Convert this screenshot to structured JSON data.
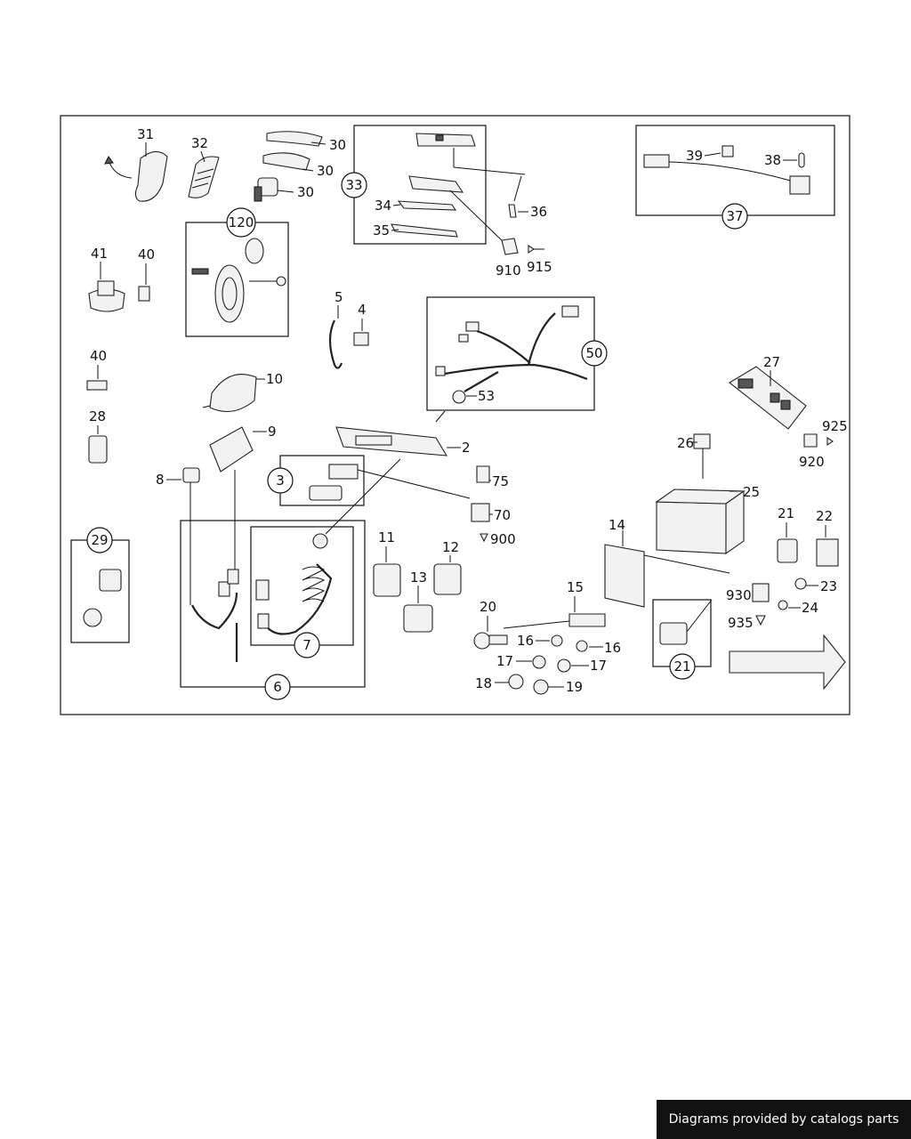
{
  "callouts": {
    "c31": "31",
    "c32": "32",
    "c30a": "30",
    "c30b": "30",
    "c30c": "30",
    "c33": "33",
    "c34": "34",
    "c35": "35",
    "c36": "36",
    "c910": "910",
    "c915": "915",
    "c37": "37",
    "c38": "38",
    "c39": "39",
    "c120": "120",
    "c41": "41",
    "c40a": "40",
    "c40b": "40",
    "c5": "5",
    "c4": "4",
    "c50": "50",
    "c53": "53",
    "c10": "10",
    "c28": "28",
    "c27": "27",
    "c925": "925",
    "c920": "920",
    "c9": "9",
    "c2": "2",
    "c26": "26",
    "c25": "25",
    "c8": "8",
    "c3": "3",
    "c75": "75",
    "c70": "70",
    "c900": "900",
    "c29": "29",
    "c11": "11",
    "c12": "12",
    "c13": "13",
    "c14": "14",
    "c15": "15",
    "c20": "20",
    "c16a": "16",
    "c16b": "16",
    "c17a": "17",
    "c17b": "17",
    "c18": "18",
    "c19": "19",
    "c7": "7",
    "c6": "6",
    "c21a": "21",
    "c21b": "21",
    "c22": "22",
    "c23": "23",
    "c24": "24",
    "c930": "930",
    "c935": "935"
  },
  "footer": {
    "credit": "Diagrams provided by catalogs parts"
  }
}
